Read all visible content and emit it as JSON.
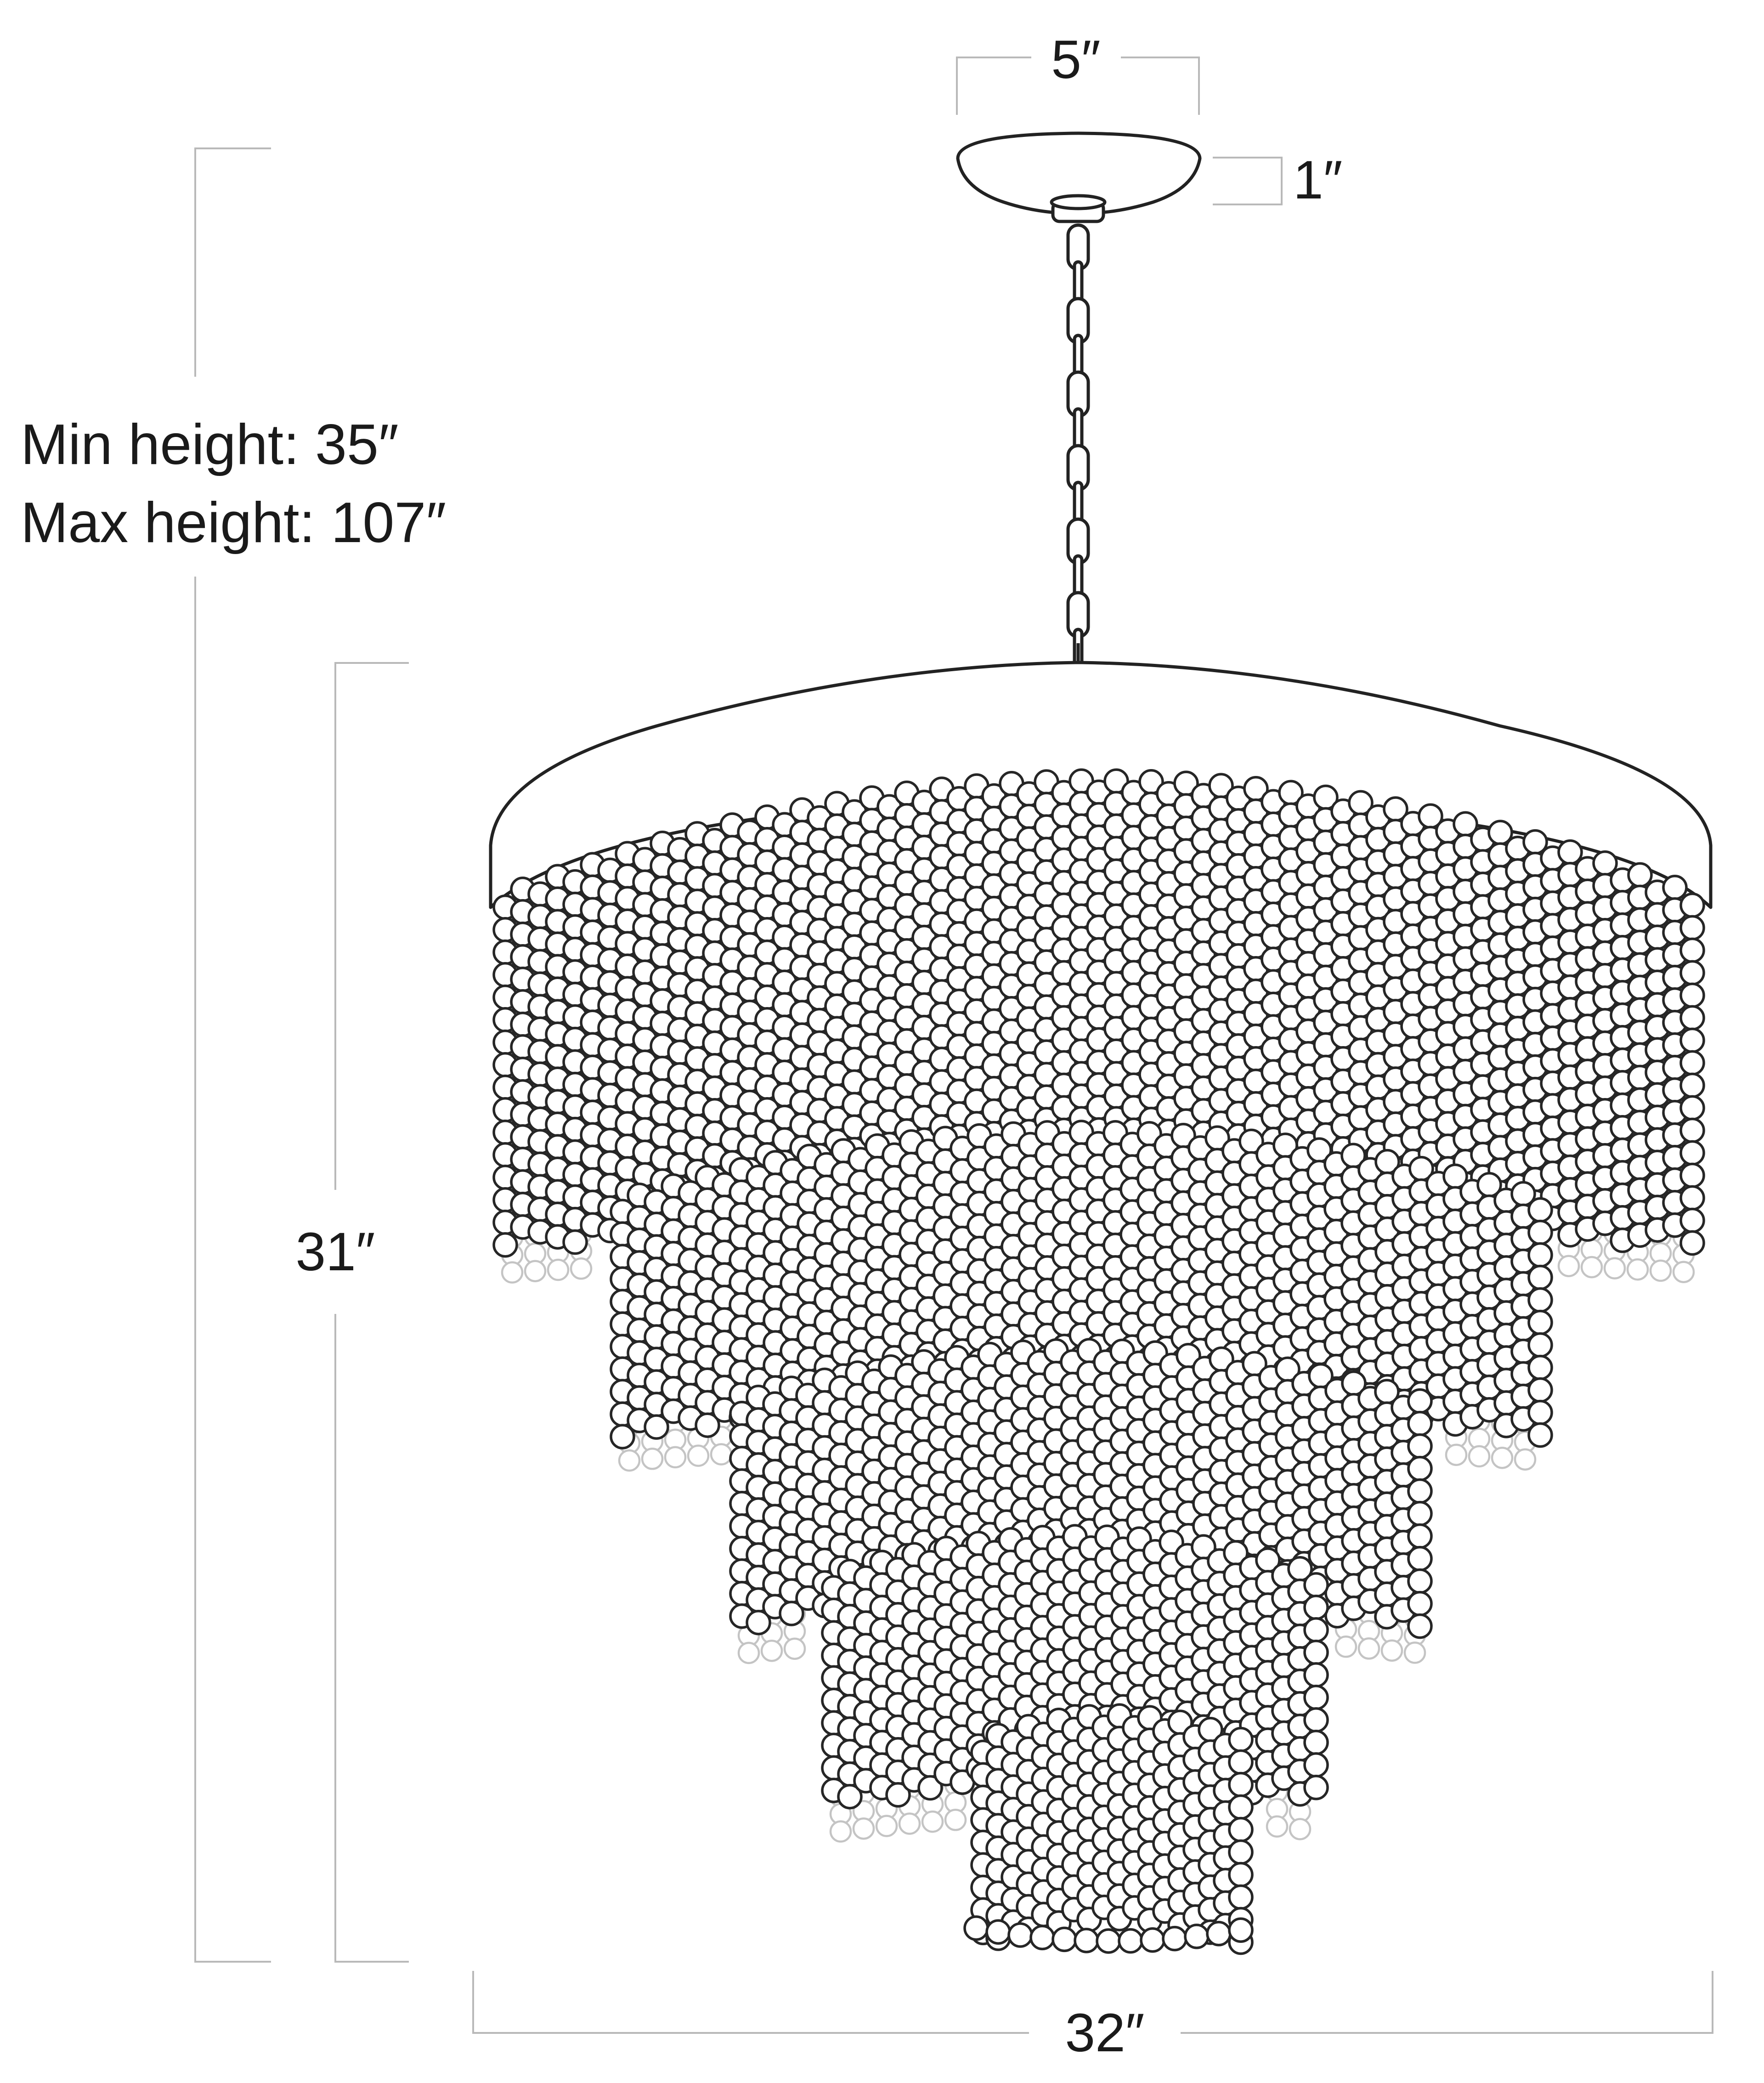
{
  "labels": {
    "canopy_width": "5″",
    "canopy_height": "1″",
    "min_height": "Min height: 35″",
    "max_height": "Max height: 107″",
    "fixture_height": "31″",
    "fixture_width": "32″"
  },
  "colors": {
    "outline": "#222222",
    "dimension_line": "#b9b9b9",
    "ghost_bead": "#c4c4c4",
    "background": "#ffffff"
  },
  "tiers": 5
}
